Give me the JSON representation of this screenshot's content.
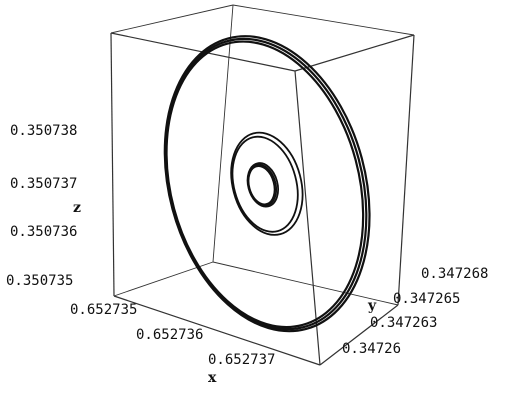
{
  "chart_data": {
    "type": "line",
    "plot_style": "3d-parametric-curve",
    "box": true,
    "grid": false,
    "axes": {
      "x": {
        "label": "x",
        "ticks": [
          "0.652735",
          "0.652736",
          "0.652737"
        ]
      },
      "y": {
        "label": "y",
        "ticks": [
          "0.347268",
          "0.347265",
          "0.347263",
          "0.34726"
        ]
      },
      "z": {
        "label": "z",
        "ticks": [
          "0.350738",
          "0.350737",
          "0.350736",
          "0.350735"
        ]
      }
    },
    "series": [
      {
        "values": [],
        "style": "closed-loop",
        "relative_size": 1.0
      },
      {
        "values": [],
        "style": "closed-loop",
        "relative_size": 0.34
      },
      {
        "values": [],
        "style": "closed-loop",
        "relative_size": 0.14
      }
    ],
    "colors": {
      "line": "#111111",
      "box": "#333333"
    }
  }
}
